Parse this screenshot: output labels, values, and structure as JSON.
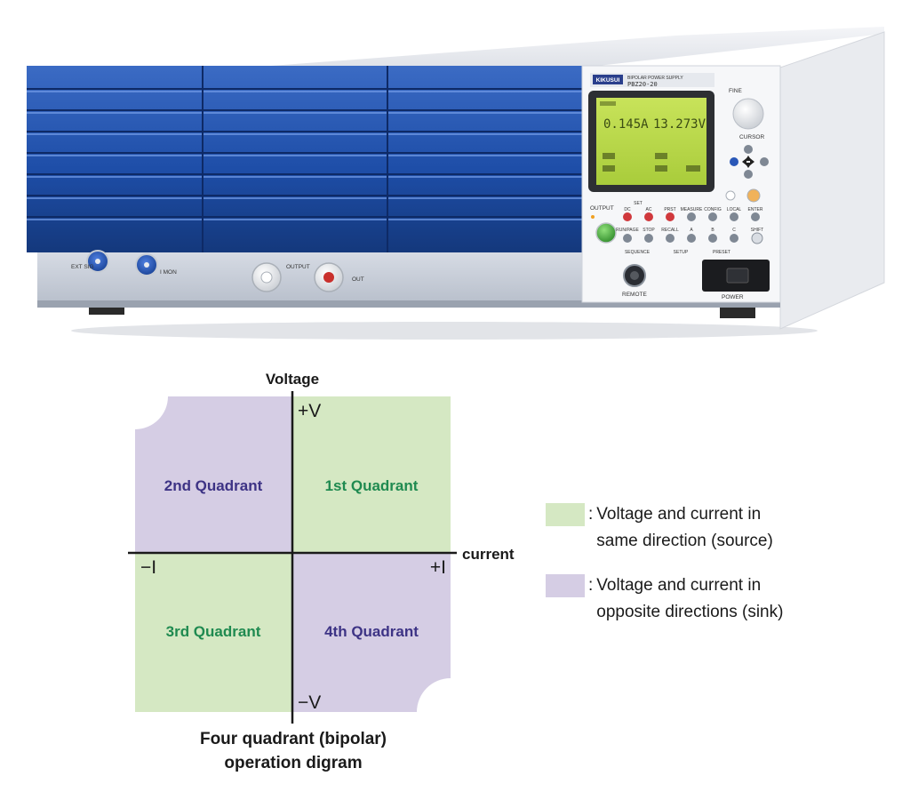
{
  "device": {
    "brand": "KIKUSUI",
    "product_type": "BIPOLAR POWER SUPPLY",
    "model": "PBZ20-20",
    "lcd": {
      "current": "0.145A",
      "voltage": "13.273V"
    },
    "labels": {
      "fine": "FINE",
      "cursor": "CURSOR",
      "output": "OUTPUT",
      "set": "SET",
      "dc": "DC",
      "ac": "AC",
      "prst": "PRST",
      "measure": "MEASURE",
      "config": "CONFIG",
      "local": "LOCAL",
      "enter": "ENTER",
      "run_page": "RUN/PAGE",
      "stop": "STOP",
      "recall": "RECALL",
      "a": "A",
      "b": "B",
      "c": "C",
      "shift": "SHIFT",
      "sequence": "SEQUENCE",
      "setup": "SETUP",
      "preset": "PRESET",
      "remote": "REMOTE",
      "power": "POWER",
      "ext_sig": "EXT SIG",
      "i_mon": "I MON",
      "output_terminal": "OUTPUT",
      "out": "OUT"
    }
  },
  "diagram": {
    "axis_y_title": "Voltage",
    "axis_x_title": "current",
    "plus_v": "+V",
    "minus_v": "−V",
    "minus_i": "−I",
    "plus_i": "+I",
    "quadrants": {
      "q1": "1st Quadrant",
      "q2": "2nd Quadrant",
      "q3": "3rd Quadrant",
      "q4": "4th Quadrant"
    },
    "caption_line1": "Four quadrant (bipolar)",
    "caption_line2": "operation digram",
    "colors": {
      "source_fill": "#d5e8c3",
      "sink_fill": "#d5cde4",
      "source_text": "#1f8a50",
      "sink_text": "#3d3385"
    }
  },
  "legend": {
    "colon": ":",
    "source_line1": "Voltage and current in",
    "source_line2": "same direction (source)",
    "sink_line1": "Voltage and current in",
    "sink_line2": "opposite directions (sink)"
  }
}
